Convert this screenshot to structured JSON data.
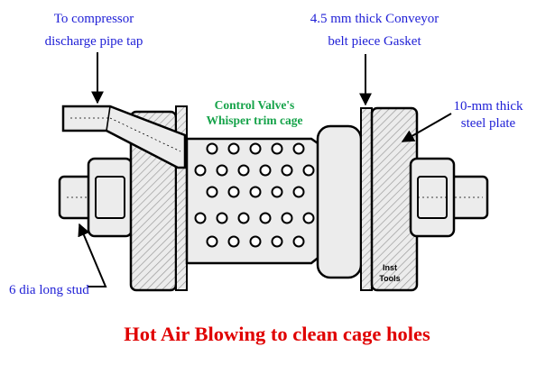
{
  "colors": {
    "annotation": "#1f1fd6",
    "trim_label": "#16a34a",
    "title": "#e00000",
    "outline": "#000000",
    "part_fill": "#ececec",
    "hatch": "#9a9a9a"
  },
  "labels": {
    "compressor_tap": [
      "To compressor",
      "discharge pipe tap"
    ],
    "gasket": [
      "4.5 mm thick Conveyor",
      "belt piece Gasket"
    ],
    "steel_plate": [
      "10-mm thick",
      "steel plate"
    ],
    "trim_cage": [
      "Control Valve's",
      "Whisper trim cage"
    ],
    "stud": "6 dia long stud",
    "watermark": [
      "Inst",
      "Tools"
    ]
  },
  "title": "Hot Air Blowing to clean cage holes"
}
